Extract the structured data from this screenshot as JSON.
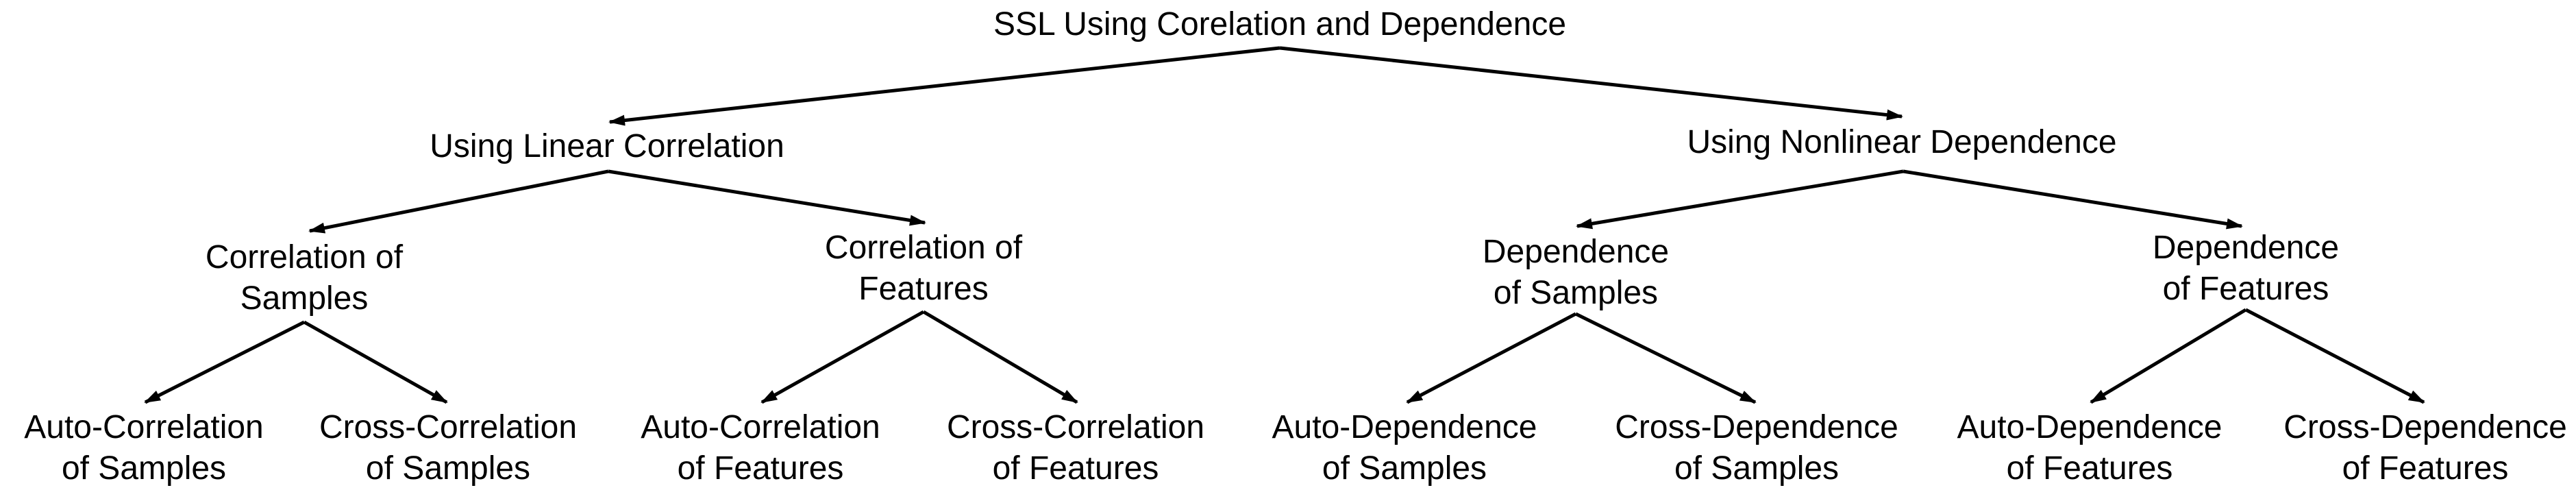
{
  "diagram": {
    "root": "SSL Using Corelation and Dependence",
    "linear": "Using Linear Correlation",
    "nonlinear": "Using Nonlinear Dependence",
    "corr_samples": [
      "Correlation of",
      "Samples"
    ],
    "corr_features": [
      "Correlation of",
      "Features"
    ],
    "dep_samples": [
      "Dependence",
      "of Samples"
    ],
    "dep_features": [
      "Dependence",
      "of Features"
    ],
    "leaves": {
      "auto_corr_samples": [
        "Auto-Correlation",
        "of Samples"
      ],
      "cross_corr_samples": [
        "Cross-Correlation",
        "of Samples"
      ],
      "auto_corr_features": [
        "Auto-Correlation",
        "of Features"
      ],
      "cross_corr_features": [
        "Cross-Correlation",
        "of Features"
      ],
      "auto_dep_samples": [
        "Auto-Dependence",
        "of Samples"
      ],
      "cross_dep_samples": [
        "Cross-Dependence",
        "of Samples"
      ],
      "auto_dep_features": [
        "Auto-Dependence",
        "of Features"
      ],
      "cross_dep_features": [
        "Cross-Dependence",
        "of Features"
      ]
    }
  },
  "colors": {
    "line": "#000000",
    "text": "#000000"
  }
}
